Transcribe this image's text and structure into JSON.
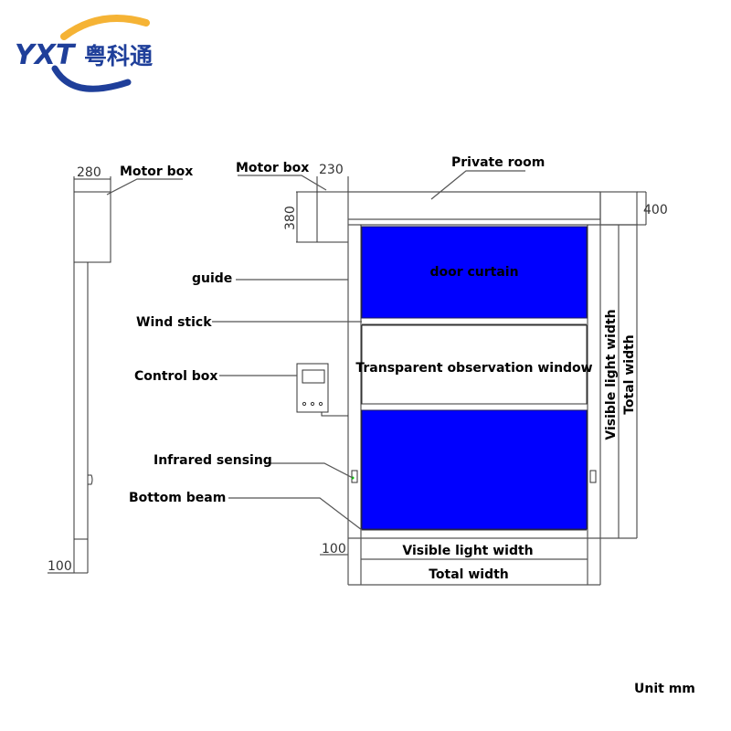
{
  "logo": {
    "latin": "YXT",
    "chinese": "粤科通",
    "colors": {
      "blue": "#1f3f9a",
      "orange": "#f5b335"
    }
  },
  "colors": {
    "curtain": "#0000ff",
    "line": "#555555",
    "text": "#000000"
  },
  "side_view": {
    "motor_box_label": "Motor box",
    "motor_box_width": "280",
    "base_width": "100"
  },
  "front_view": {
    "motor_box_label": "Motor box",
    "motor_box_width": "230",
    "motor_box_height": "380",
    "private_room_label": "Private room",
    "private_room_height": "400",
    "guide_label": "guide",
    "door_curtain_label": "door curtain",
    "wind_stick_label": "Wind stick",
    "window_label": "Transparent observation window",
    "control_box_label": "Control box",
    "infrared_label": "Infrared sensing",
    "bottom_beam_label": "Bottom beam",
    "bottom_offset": "100",
    "visible_light_width_label": "Visible light width",
    "total_width_label": "Total width",
    "visible_light_height_label": "Visible light width",
    "total_height_label": "Total width"
  },
  "unit_label": "Unit mm"
}
